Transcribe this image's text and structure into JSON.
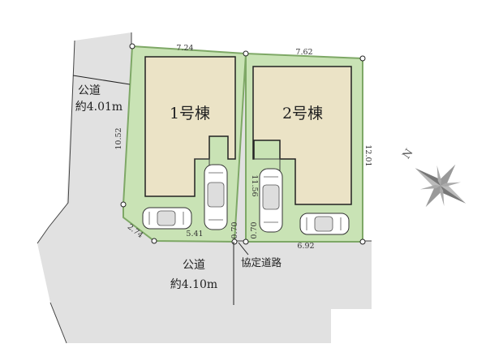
{
  "colors": {
    "road": "#e1e1e1",
    "lot": "#c9e3b5",
    "lot_border": "#7ea866",
    "building": "#ebe3c6",
    "line": "#222222",
    "compass": "#8a8a8a"
  },
  "roads": {
    "left": {
      "name": "公道",
      "width": "約4.01m"
    },
    "bottom": {
      "name": "公道",
      "width": "約4.10m"
    },
    "private": {
      "name": "協定道路"
    }
  },
  "buildings": [
    {
      "label": "1号棟"
    },
    {
      "label": "2号棟"
    }
  ],
  "dimensions": {
    "top_1": "7.24",
    "top_2": "7.62",
    "left": "10.52",
    "right": "12.01",
    "inner": "11.56",
    "bottom_left_diag": "2.74",
    "bottom_1": "5.41",
    "gap_1": "0.70",
    "gap_2": "0.70",
    "bottom_2": "6.92"
  },
  "compass": {
    "label": "N",
    "icon": "compass-rose-icon"
  }
}
